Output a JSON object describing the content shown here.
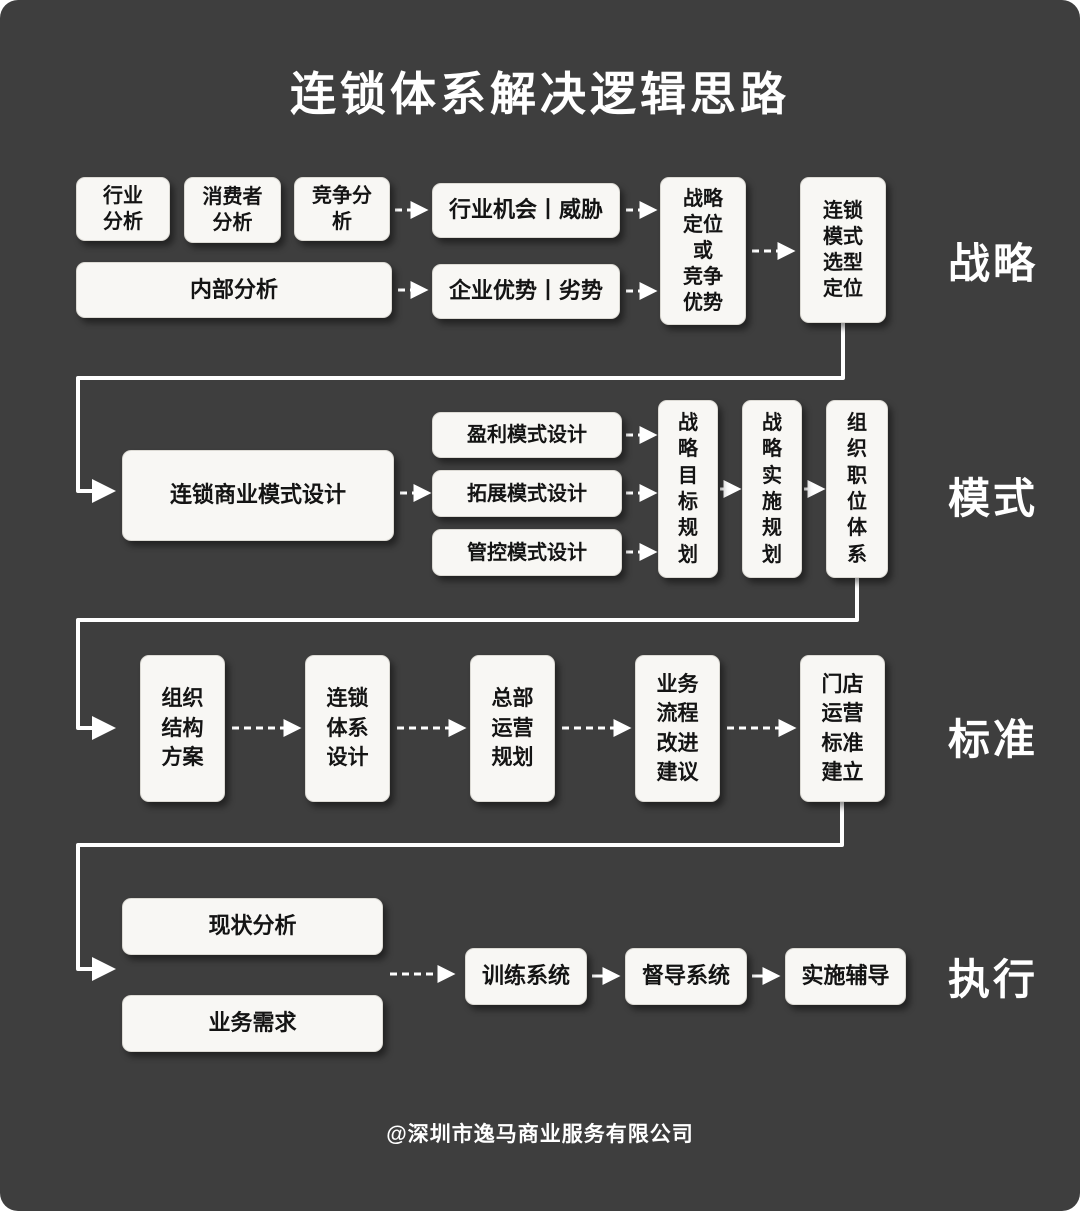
{
  "title": "连锁体系解决逻辑思路",
  "footer": "@深圳市逸马商业服务有限公司",
  "sections": {
    "strategy": {
      "label": "战略",
      "boxes": {
        "industry_analysis": "行业\n分析",
        "consumer_analysis": "消费者\n分析",
        "competition_analysis": "竞争分\n析",
        "industry_opportunity_threat": "行业机会丨威胁",
        "internal_analysis": "内部分析",
        "enterprise_strength_weakness": "企业优势丨劣势",
        "strategic_positioning": "战略\n定位\n或\n竞争\n优势",
        "chain_model_selection": "连锁\n模式\n选型\n定位"
      }
    },
    "model": {
      "label": "模式",
      "boxes": {
        "chain_business_model_design": "连锁商业模式设计",
        "profit_model_design": "盈利模式设计",
        "expansion_model_design": "拓展模式设计",
        "control_model_design": "管控模式设计",
        "strategic_goal_planning": "战\n略\n目\n标\n规\n划",
        "strategic_implementation_planning": "战\n略\n实\n施\n规\n划",
        "organization_position_system": "组\n织\n职\n位\n体\n系"
      }
    },
    "standard": {
      "label": "标准",
      "boxes": {
        "organization_structure_plan": "组织\n结构\n方案",
        "chain_system_design": "连锁\n体系\n设计",
        "headquarters_operation_planning": "总部\n运营\n规划",
        "business_process_improvement": "业务\n流程\n改进\n建议",
        "store_operation_standard": "门店\n运营\n标准\n建立"
      }
    },
    "execution": {
      "label": "执行",
      "boxes": {
        "current_situation_analysis": "现状分析",
        "business_requirement": "业务需求",
        "training_system": "训练系统",
        "supervision_system": "督导系统",
        "implementation_coaching": "实施辅导"
      }
    }
  },
  "colors": {
    "background": "#3e3e3e",
    "box_fill": "#f8f7f4",
    "box_text": "#141414",
    "arrow": "#ffffff"
  }
}
